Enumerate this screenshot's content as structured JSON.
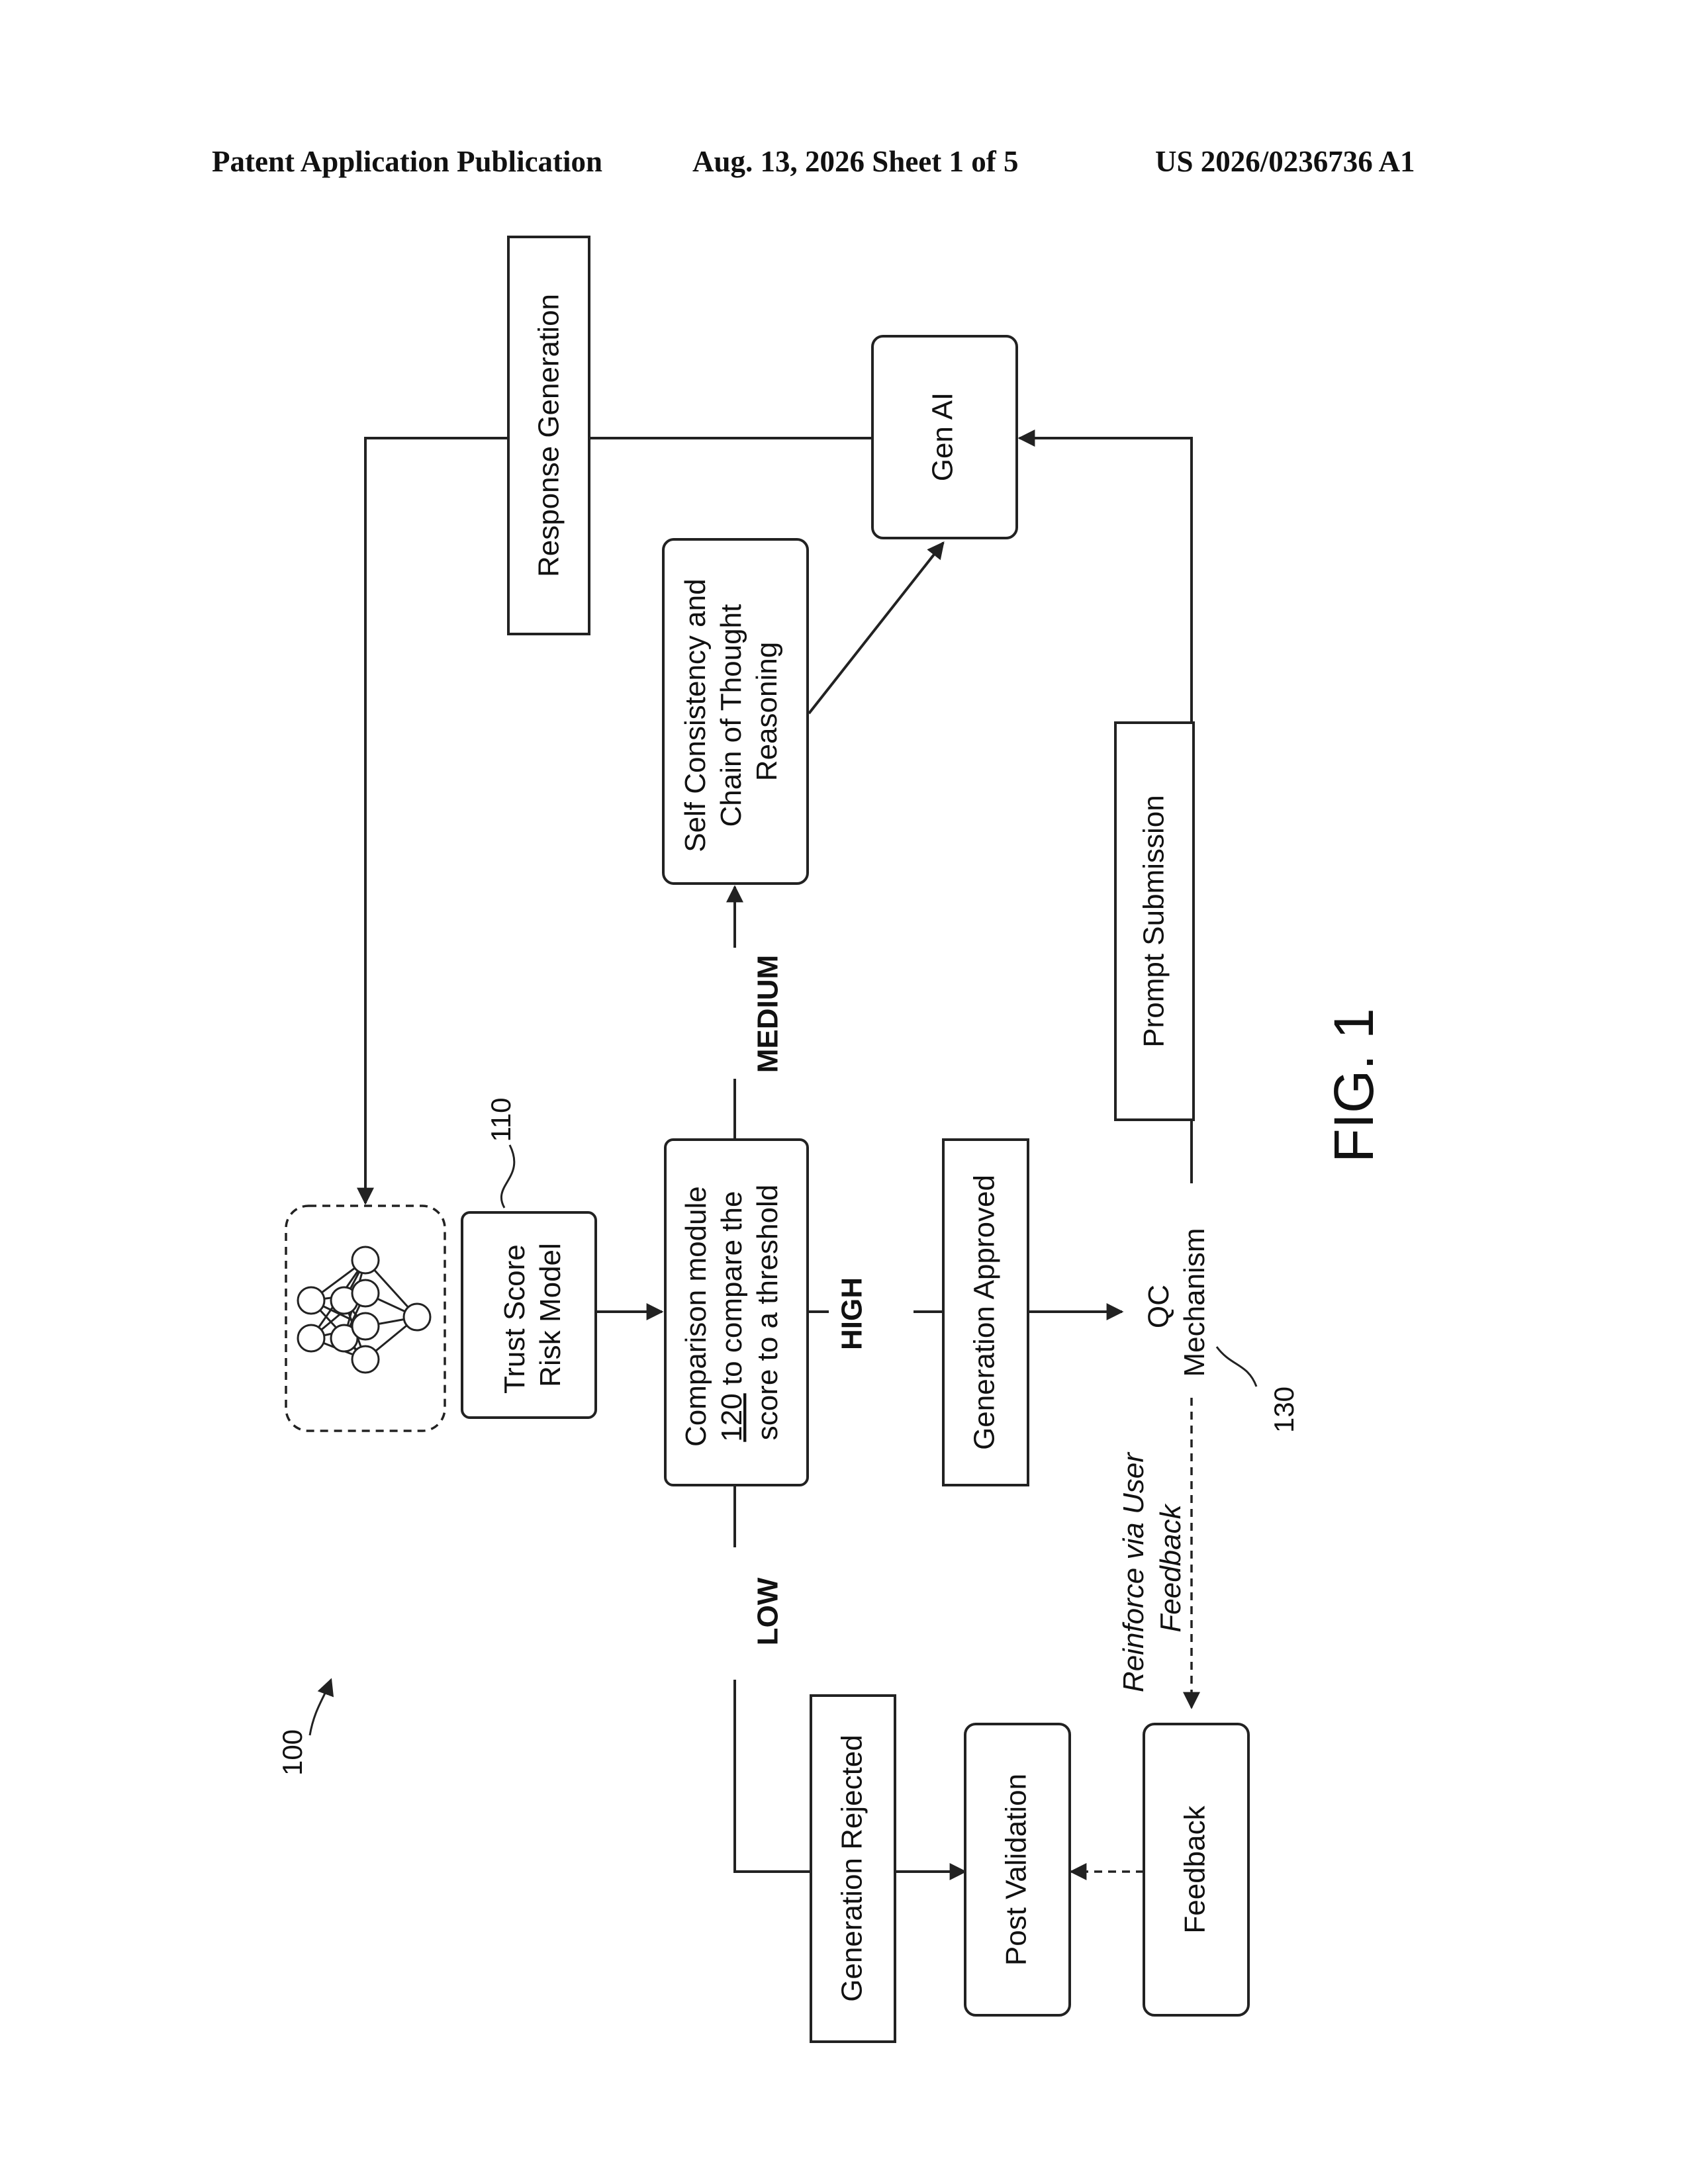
{
  "header": {
    "publication": "Patent Application Publication",
    "date_sheet": "Aug. 13, 2026  Sheet 1 of 5",
    "number": "US 2026/0236736 A1"
  },
  "figure": {
    "label": "FIG. 1",
    "system_ref": "100",
    "boxes": {
      "response_generation": "Response Generation",
      "gen_ai": "Gen AI",
      "self_consistency": [
        "Self Consistency and",
        "Chain of Thought",
        "Reasoning"
      ],
      "prompt_submission": "Prompt Submission",
      "trust_score": [
        "Trust Score",
        "Risk Model"
      ],
      "comparison": [
        "Comparison module",
        "120",
        " to compare the",
        "score to a threshold"
      ],
      "generation_approved": "Generation Approved",
      "generation_rejected": "Generation Rejected",
      "post_validation": "Post Validation",
      "feedback": "Feedback"
    },
    "branch_labels": {
      "medium": "MEDIUM",
      "high": "HIGH",
      "low": "LOW"
    },
    "qc": [
      "QC",
      "Mechanism"
    ],
    "reinforce": [
      "Reinforce via User",
      "Feedback"
    ],
    "refs": {
      "trust_score": "110",
      "qc": "130"
    }
  }
}
